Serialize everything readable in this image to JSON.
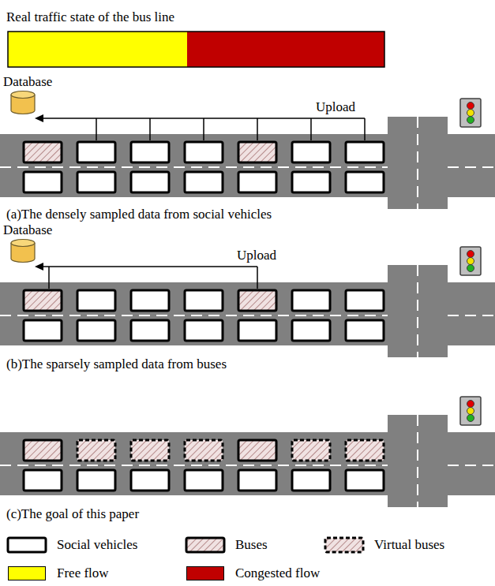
{
  "diagram": {
    "nodes": [
      {
        "text": [
          "Database"
        ]
      },
      {
        "text": [
          "Database"
        ]
      }
    ],
    "labels": [
      "Real traffic state of the bus line",
      "Upload",
      "(a)The densely sampled data from social vehicles",
      "Upload",
      "(b)The sparsely sampled data from buses",
      "(c)The goal of this paper"
    ],
    "legend": [
      {
        "text": "Social vehicles"
      },
      {
        "text": "Buses"
      },
      {
        "text": "Virtual buses"
      },
      {
        "text": "Free flow",
        "color": "#ffff00"
      },
      {
        "text": "Congested flow",
        "color": "#c00000"
      }
    ]
  }
}
